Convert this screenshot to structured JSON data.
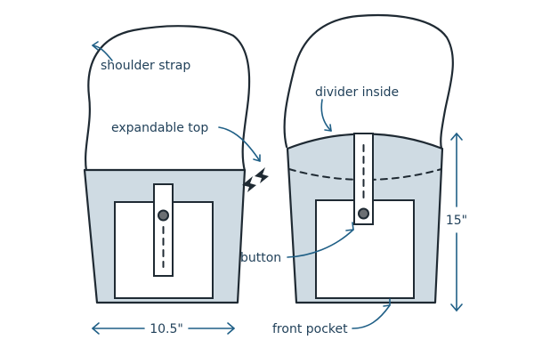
{
  "labels": {
    "shoulder_strap": "shoulder strap",
    "expandable_top": "expandable top",
    "divider_inside": "divider inside",
    "button": "button",
    "front_pocket": "front pocket",
    "width_dimension": "10.5\"",
    "height_dimension": "15\""
  },
  "colors": {
    "outline": "#1f2a33",
    "bag_body": "#cfdbe3",
    "label_text": "#1f3f58",
    "pointer": "#1f5f86"
  },
  "icons": {
    "transform_arrow": "double-chevron-right-icon"
  }
}
